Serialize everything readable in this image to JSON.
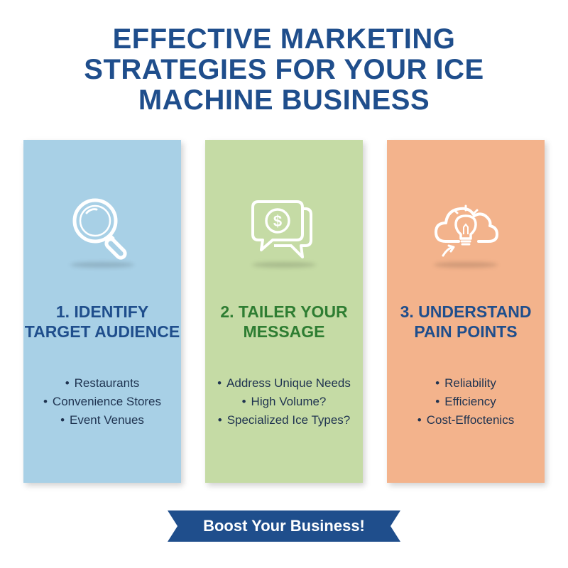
{
  "title": {
    "lines": [
      "EFFECTIVE MARKETING",
      "STRATEGIES FOR YOUR ICE",
      "MACHINE BUSINESS"
    ]
  },
  "colors": {
    "title": "#1f4e8c",
    "card_blue": "#a8d0e6",
    "card_green": "#c5dba5",
    "card_orange": "#f3b38c",
    "banner": "#1f4e8c"
  },
  "cards": [
    {
      "icon": "magnifying-glass-icon",
      "heading_lines": [
        "1. IDENTIFY",
        "TARGET AUDIENCE"
      ],
      "bullets": [
        "Restaurants",
        "Convenience Stores",
        "Event Venues"
      ]
    },
    {
      "icon": "dollar-chat-bubble-icon",
      "heading_lines": [
        "2. TAILER YOUR",
        "MESSAGE"
      ],
      "bullets": [
        "Address Unique Needs",
        "High Volume?",
        "Specialized Ice Types?"
      ]
    },
    {
      "icon": "lightbulb-cloud-icon",
      "heading_lines": [
        "3. UNDERSTAND",
        "PAIN POINTS"
      ],
      "bullets": [
        "Reliability",
        "Efficiency",
        "Cost-Effoctenics"
      ]
    }
  ],
  "banner": {
    "label": "Boost Your Business!"
  }
}
